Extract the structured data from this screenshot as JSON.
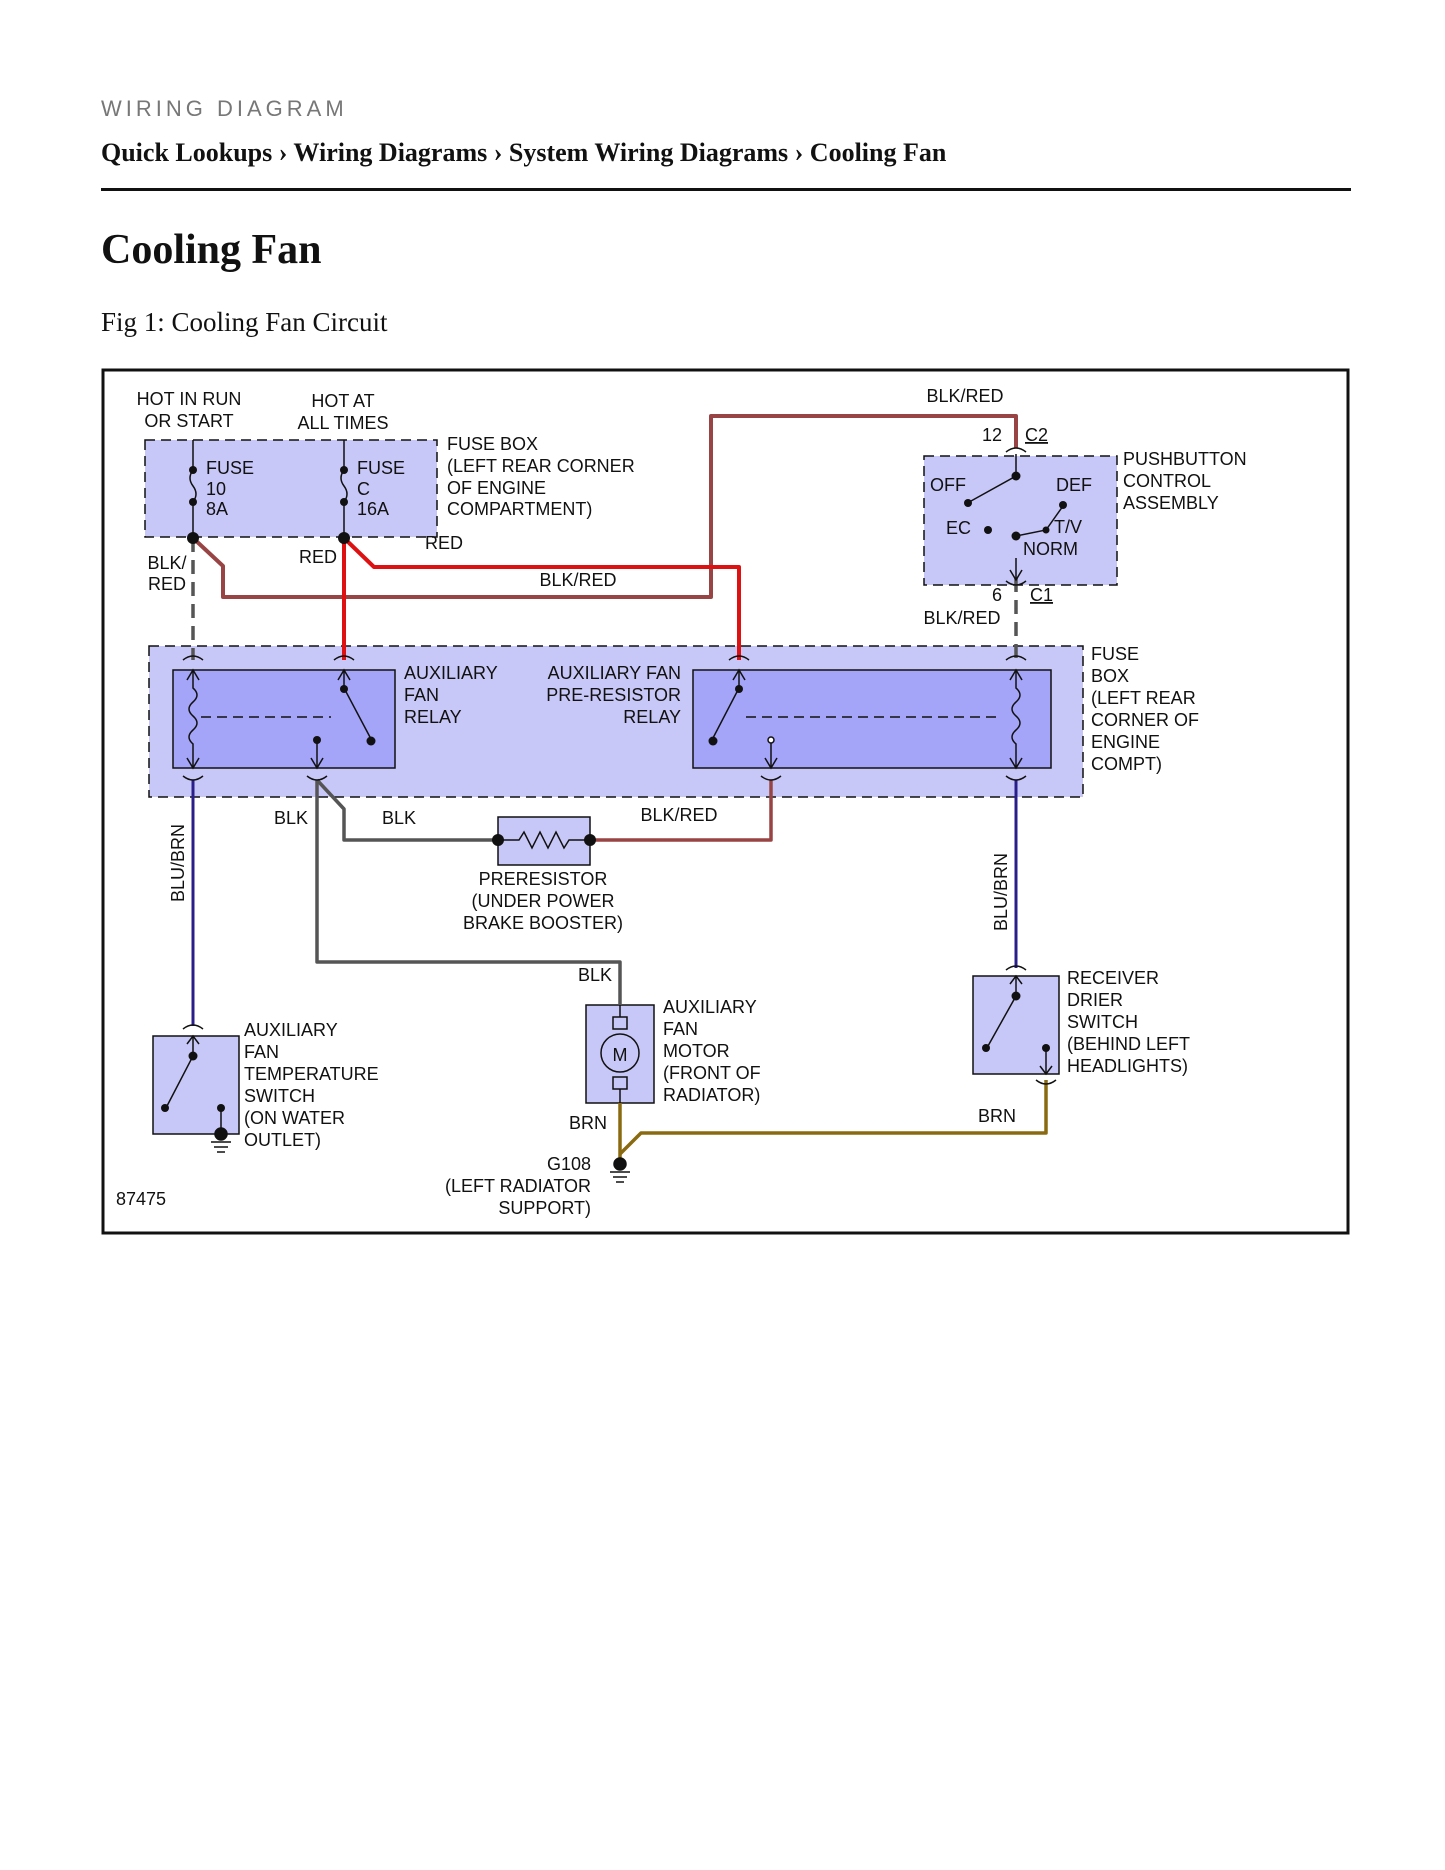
{
  "page": {
    "kicker": "WIRING DIAGRAM",
    "breadcrumb": "Quick Lookups › Wiring Diagrams › System Wiring Diagrams › Cooling Fan",
    "title": "Cooling Fan",
    "figure_caption": "Fig 1: Cooling Fan Circuit"
  },
  "diagram": {
    "power_labels": {
      "hot_run_1": "HOT IN RUN",
      "hot_run_2": "OR START",
      "hot_all_1": "HOT AT",
      "hot_all_2": "ALL TIMES"
    },
    "fuse_10": {
      "name": "FUSE",
      "number": "10",
      "rating": "8A"
    },
    "fuse_c": {
      "name": "FUSE",
      "number": "C",
      "rating": "16A"
    },
    "fuse_box_top": [
      "FUSE BOX",
      "(LEFT REAR CORNER",
      "OF ENGINE",
      "COMPARTMENT)"
    ],
    "pushbutton": {
      "label": [
        "PUSHBUTTON",
        "CONTROL",
        "ASSEMBLY"
      ],
      "off": "OFF",
      "def": "DEF",
      "ec": "EC",
      "tv": "T/V",
      "norm": "NORM",
      "pin_top": "12",
      "conn_top": "C2",
      "pin_bottom": "6",
      "conn_bottom": "C1"
    },
    "aux_fan_relay": [
      "AUXILIARY",
      "FAN",
      "RELAY"
    ],
    "pre_resistor_relay": [
      "AUXILIARY FAN",
      "PRE-RESISTOR",
      "RELAY"
    ],
    "fuse_box_mid": [
      "FUSE",
      "BOX",
      "(LEFT REAR",
      "CORNER OF",
      "ENGINE",
      "COMPT)"
    ],
    "preresistor": [
      "PRERESISTOR",
      "(UNDER POWER",
      "BRAKE BOOSTER)"
    ],
    "temp_switch": [
      "AUXILIARY",
      "FAN",
      "TEMPERATURE",
      "SWITCH",
      "(ON WATER",
      "OUTLET)"
    ],
    "motor": {
      "symbol": "M",
      "label": [
        "AUXILIARY",
        "FAN",
        "MOTOR",
        "(FRONT OF",
        "RADIATOR)"
      ]
    },
    "receiver_drier": [
      "RECEIVER",
      "DRIER",
      "SWITCH",
      "(BEHIND LEFT",
      "HEADLIGHTS)"
    ],
    "ground": {
      "id": "G108",
      "location_1": "(LEFT RADIATOR",
      "location_2": "SUPPORT)"
    },
    "wire_labels": {
      "blk_red_top": "BLK/RED",
      "blk_red_mid": "BLK/RED",
      "blk_red_c1": "BLK/RED",
      "blk_red_pre": "BLK/RED",
      "blk_slash": "BLK/",
      "red_under": "RED",
      "red_left": "RED",
      "red_right": "RED",
      "blk_1": "BLK",
      "blk_2": "BLK",
      "blk_3": "BLK",
      "blu_brn_left": "BLU/BRN",
      "blu_brn_right": "BLU/BRN",
      "brn_left": "BRN",
      "brn_right": "BRN"
    },
    "figure_id": "87475",
    "colors": {
      "module_fill": "#c8c8f8",
      "relay_fill": "#a4a4f8",
      "red_wire": "#dd1111",
      "blk_red_wire": "#994444",
      "blk_wire": "#555555",
      "blu_brn_wire": "#2a1f8a",
      "brn_wire": "#8a6a10"
    }
  }
}
